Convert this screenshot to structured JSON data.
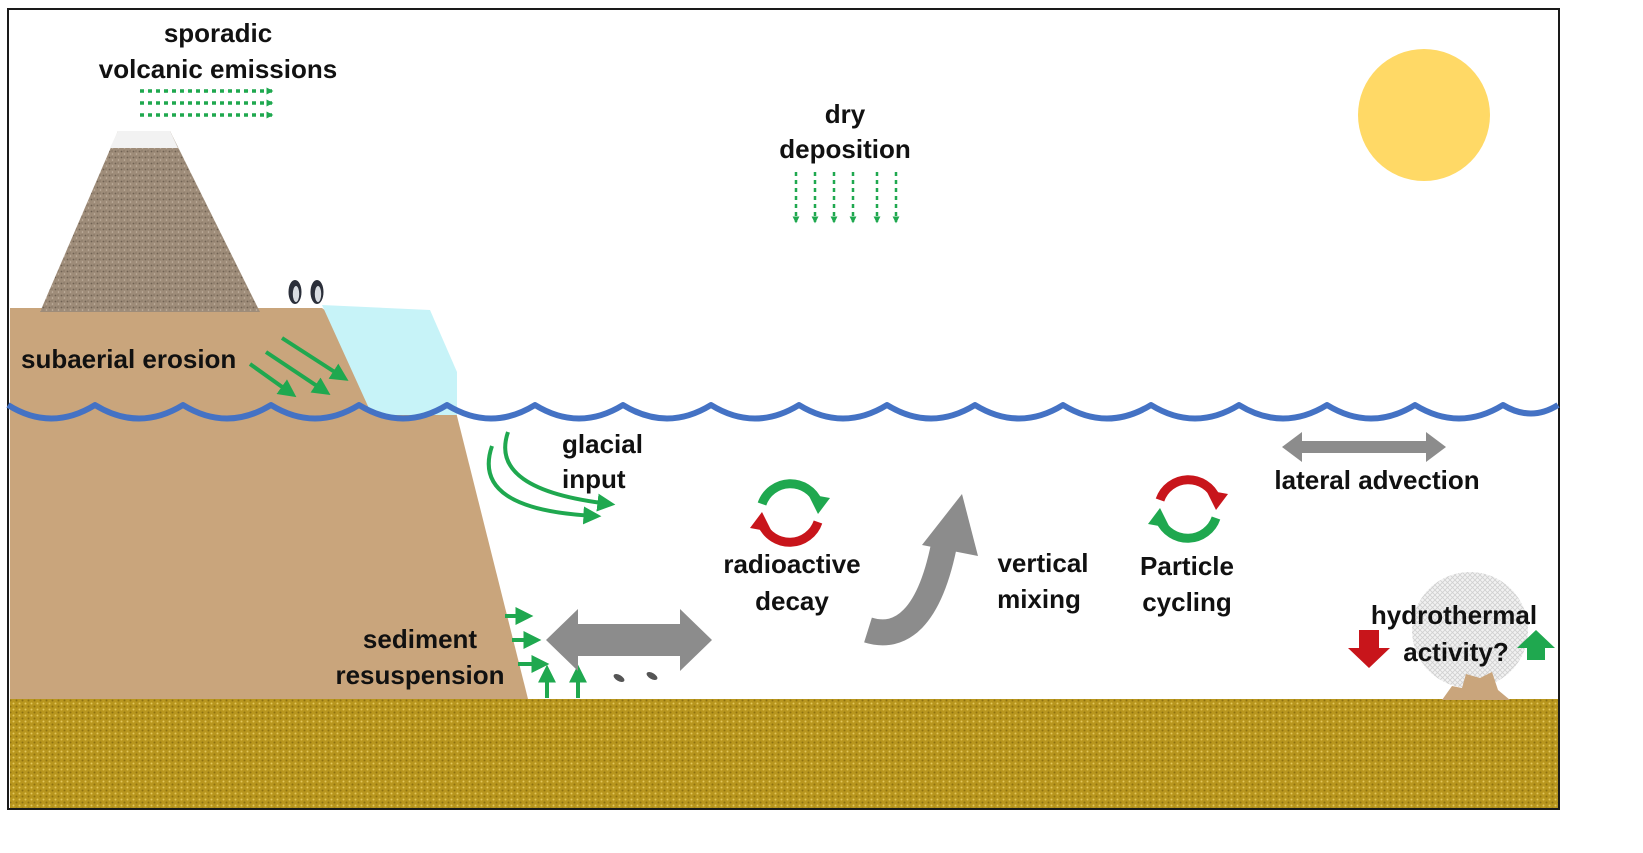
{
  "labels": {
    "volcanic_line1": "sporadic",
    "volcanic_line2": "volcanic emissions",
    "dry_line1": "dry",
    "dry_line2": "deposition",
    "subaerial": "subaerial erosion",
    "glacial_line1": "glacial",
    "glacial_line2": "input",
    "radio_line1": "radioactive",
    "radio_line2": "decay",
    "vertical_line1": "vertical",
    "vertical_line2": "mixing",
    "particle_line1": "Particle",
    "particle_line2": "cycling",
    "lateral": "lateral advection",
    "sediment_line1": "sediment",
    "sediment_line2": "resuspension",
    "hydro_line1": "hydrothermal",
    "hydro_line2": "activity?"
  },
  "colors": {
    "input_arrow": "#1fa84f",
    "removal_arrow": "#c8151b",
    "transport_arrow": "#8c8c8c",
    "sea_surface": "#4472c4",
    "land": "#c9a57c",
    "glacier": "#c7f3f8",
    "seafloor": "#b8961e",
    "sun": "#ffd966"
  },
  "icons": {
    "sun": "sun-icon",
    "volcano": "volcano-icon",
    "glacier": "glacier-icon",
    "penguins": "penguin-icon",
    "particles": "particle-icon",
    "vent": "hydrothermal-vent-icon"
  }
}
